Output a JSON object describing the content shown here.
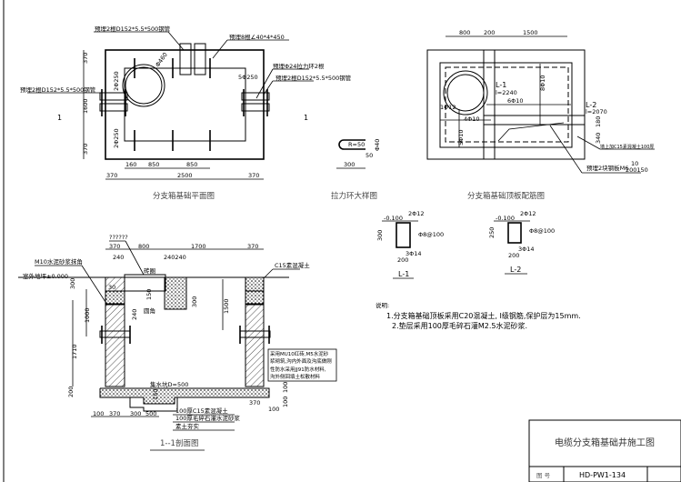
{
  "plan": {
    "title": "分支箱基础平面图",
    "labels": {
      "pipe_top": "预埋2根D152*5.5*500钢管",
      "angle": "预埋8根∠40*4*450",
      "ring": "预埋Φ24拉力环2根",
      "pipe_right": "预埋2根D152*5.5*500钢管",
      "pipe_left": "预埋2根D152*5.5*500钢管",
      "circle": "Φ460",
      "rebar": "5Φ250",
      "section_mark": "1"
    },
    "dims": {
      "d370a": "370",
      "d2x250": "2Φ250",
      "d1600": "1600",
      "d2x250b": "2Φ250",
      "d370b": "370",
      "d160": "160",
      "d850a": "850",
      "d850b": "850",
      "d370c": "370",
      "d2500": "2500",
      "d370d": "370"
    }
  },
  "ring_detail": {
    "title": "拉力环大样图",
    "r": "R=50",
    "d50": "50",
    "d300": "300",
    "d400": "Φ40"
  },
  "slab": {
    "title": "分支箱基础顶板配筋图",
    "dims": {
      "d800": "800",
      "d200": "200",
      "d1500": "1500"
    },
    "labels": {
      "l1": "L-1",
      "l1_len": "l=2240",
      "l2": "L-2",
      "l2_len": "l=2070",
      "r8": "8Φ10",
      "r6": "6Φ10",
      "r1": "1Φ12",
      "r4": "4Φ10",
      "r5": "5Φ10",
      "r180": "180",
      "r340": "340",
      "wall_note": "墙上加C15素混凝土100厚",
      "plate_note": "预埋2块钢板M6",
      "plate_frac_top": "10",
      "plate_frac_bot": "200150"
    }
  },
  "beams": [
    {
      "name": "L-1",
      "elev": "-0.100",
      "top": "2Φ12",
      "stirrup": "Φ8@100",
      "bot": "3Φ14",
      "h": "300",
      "w": "200"
    },
    {
      "name": "L-2",
      "elev": "-0.100",
      "top": "2Φ12",
      "stirrup": "Φ8@100",
      "bot": "3Φ14",
      "h": "250",
      "w": "200"
    }
  ],
  "notes": {
    "heading": "说明:",
    "items": [
      "1.分支箱基础顶板采用C20混凝土, I级钢筋,保护层为15mm.",
      "2.垫层采用100厚毛碎石灌M2.5水泥砂浆."
    ]
  },
  "section": {
    "title": "1--1剖面图",
    "labels": {
      "lid": "??????",
      "mortar": "M10水泥砂浆抹角",
      "ground": "室外地坪±0.000",
      "rim": "砖圈",
      "fillet": "圆角",
      "concrete": "C15素混凝土",
      "sump": "集水坑D=500",
      "wall_note": [
        "采用MU10红砖,M5水泥砂",
        "浆砌筑,沟内外面及沟底做刚",
        "性防水采用JJ91防水材料,",
        "沟外侧回填土松散材料"
      ],
      "layers": [
        "100厚C15素混凝土",
        "100厚毛碎石灌水泥砂浆",
        "素土夯实"
      ]
    },
    "dims": {
      "d370a": "370",
      "d800": "800",
      "d1700": "1700",
      "d370b": "370",
      "d240a": "240",
      "d240b": "240240",
      "d150": "150",
      "d240c": "240",
      "d300": "300",
      "d1000": "1000",
      "d1710": "1710",
      "d200": "200",
      "d1500": "1500",
      "d30": "30",
      "d150b": "150",
      "d300b": "300",
      "d100a": "100",
      "d370c": "370",
      "d300c": "300",
      "d500": "500",
      "d100b": "100",
      "d370d": "370",
      "d100c": "100",
      "d100d": "100"
    }
  },
  "titleblock": {
    "title": "电缆分支箱基础井施工图",
    "drawing_no_label": "图 号",
    "drawing_no": "HD-PW1-134"
  }
}
